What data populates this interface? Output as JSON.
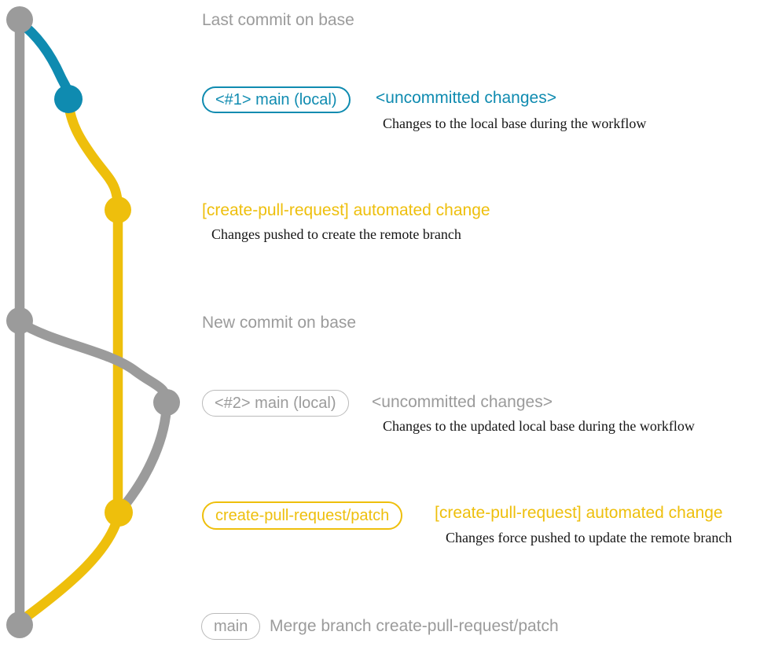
{
  "colors": {
    "base_gray": "#9b9b9b",
    "local_blue": "#0f8bb0",
    "remote_yellow": "#eebf0c",
    "badge_gray_border": "#bababa",
    "note_black": "#151515"
  },
  "graph": {
    "commits": [
      "last-commit-on-base",
      "uncommitted-changes-1",
      "automated-change-1",
      "new-commit-on-base",
      "uncommitted-changes-2",
      "automated-change-2",
      "merge-commit"
    ]
  },
  "rows": {
    "last_commit": {
      "label": "Last commit on base"
    },
    "main_local_1": {
      "badge": "<#1> main (local)",
      "heading": "<uncommitted changes>",
      "note": "Changes to the local base during the workflow"
    },
    "auto_change_1": {
      "heading": "[create-pull-request] automated change",
      "note": "Changes pushed to create the remote branch"
    },
    "new_commit": {
      "label": "New commit on base"
    },
    "main_local_2": {
      "badge": "<#2> main (local)",
      "heading": "<uncommitted changes>",
      "note": "Changes to the updated local base during the workflow"
    },
    "patch_branch": {
      "badge": "create-pull-request/patch",
      "heading": "[create-pull-request] automated change",
      "note": "Changes force pushed to update the remote branch"
    },
    "merge": {
      "badge": "main",
      "heading": "Merge branch create-pull-request/patch"
    }
  }
}
